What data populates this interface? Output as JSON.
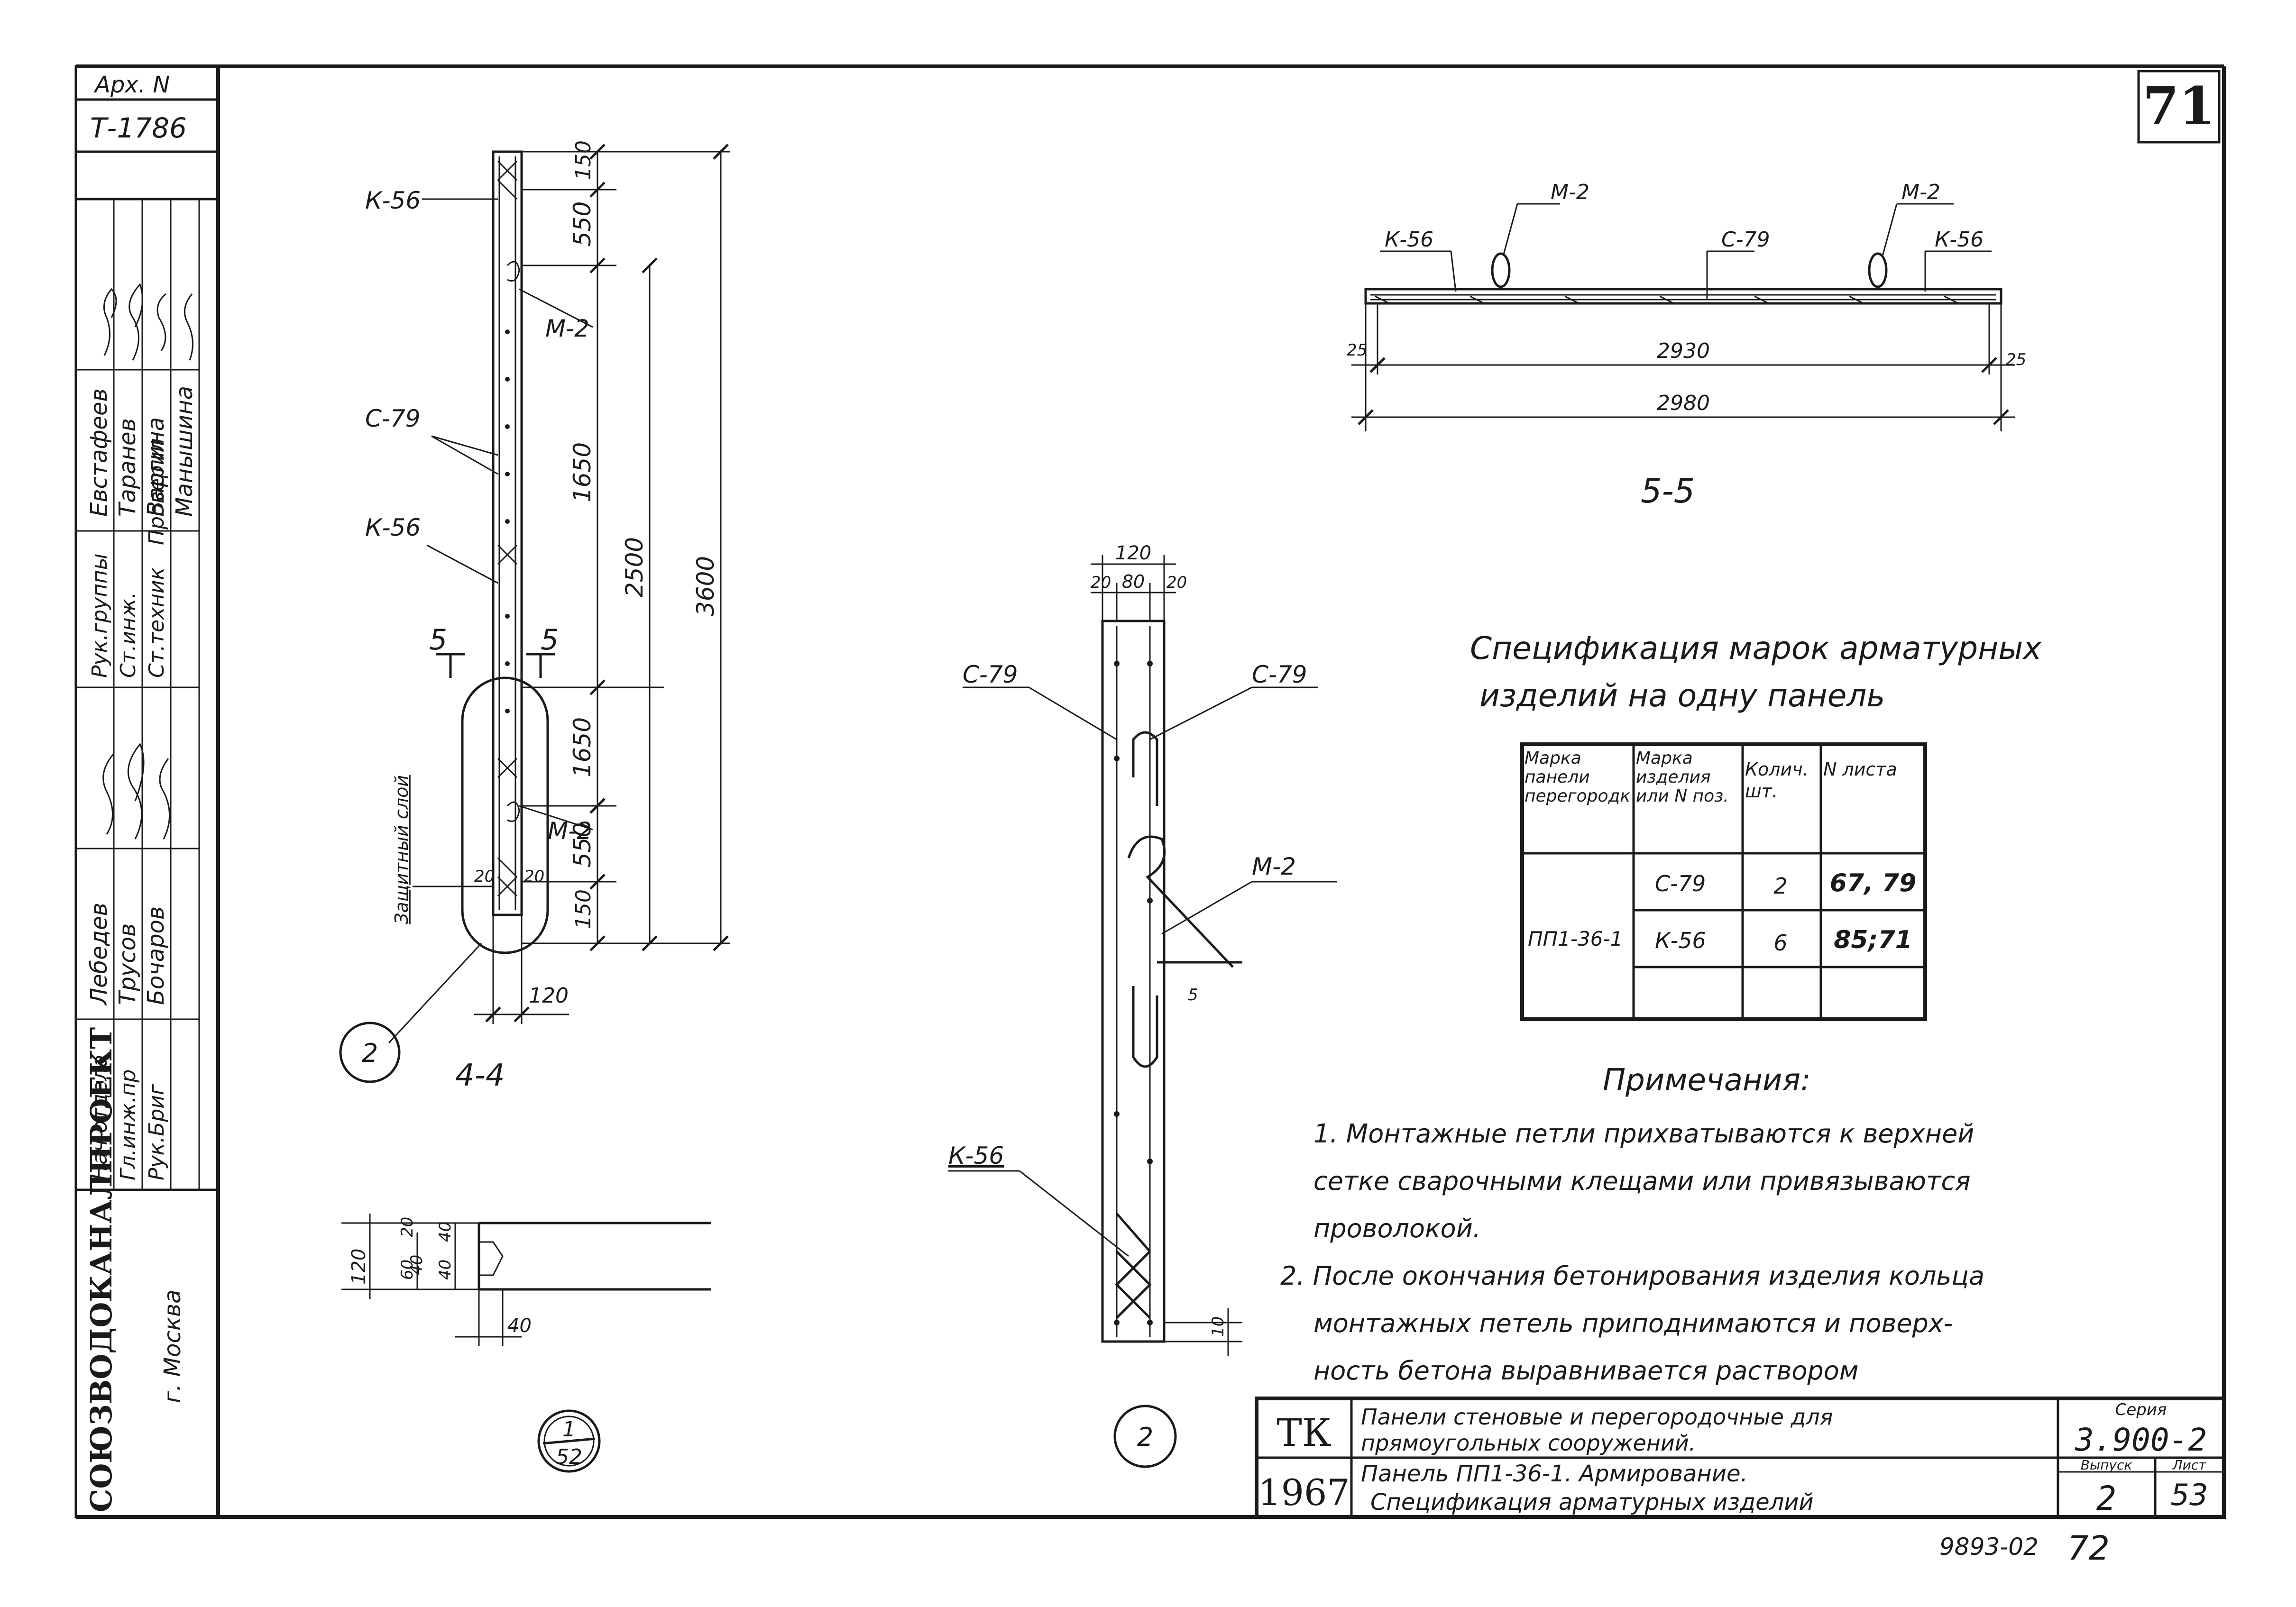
{
  "sheet": {
    "sheet_number": "71",
    "archive_label": "Арх. N",
    "archive_number": "Т-1786",
    "organization": "СОЮЗВОДОКАНАЛПРОЕКТ",
    "city": "г. Москва",
    "stamp_bottom": "9893-02",
    "stamp_page": "72"
  },
  "signatures": {
    "roles": [
      "Нач отдела",
      "Гл.инж.пр",
      "Рук.Бриг",
      "Рук.группы",
      "Ст.инж.",
      "Ст.техник",
      "Проверил"
    ],
    "names": [
      "Лебедев",
      "Трусов",
      "Бочаров",
      "Евстафеев",
      "Таранев",
      "Варгина",
      "Манышина"
    ]
  },
  "section_44": {
    "label": "4-4",
    "callout_marks": [
      "К-56",
      "М-2",
      "С-79",
      "К-56",
      "М-2"
    ],
    "dims_right": [
      "150",
      "550",
      "1650",
      "1650",
      "550",
      "150"
    ],
    "dims_total": [
      "2500",
      "3600"
    ],
    "dim_bottom": "120",
    "cover": [
      "20",
      "20"
    ],
    "protective_layer": "Защитный слой",
    "cut_marks": [
      "5",
      "5"
    ],
    "node_ref": "2"
  },
  "section_55": {
    "label": "5-5",
    "marks": [
      "К-56",
      "М-2",
      "С-79",
      "М-2",
      "К-56"
    ],
    "dim_inner": "2930",
    "dim_outer": "2980",
    "end_gaps": [
      "25",
      "25"
    ]
  },
  "node_2": {
    "label": "2",
    "dims_top": [
      "120",
      "20",
      "80",
      "20"
    ],
    "marks": [
      "С-79",
      "С-79",
      "М-2",
      "К-56"
    ],
    "dim_bottom": "10",
    "dim_side": "5"
  },
  "detail_152": {
    "numerator": "1",
    "denominator": "52",
    "dims": [
      "120",
      "20",
      "60",
      "40",
      "40",
      "40",
      "40"
    ]
  },
  "spec": {
    "title_line1": "Спецификация марок арматурных",
    "title_line2": "изделий на одну панель",
    "headers": [
      "Марка панели перегородки",
      "Марка изделия или N поз.",
      "Колич. шт.",
      "N листа"
    ],
    "panel_mark": "ПП1-36-1",
    "rows": [
      {
        "item": "С-79",
        "qty": "2",
        "sheet": "67, 79"
      },
      {
        "item": "К-56",
        "qty": "6",
        "sheet": "85;71"
      }
    ]
  },
  "notes": {
    "title": "Примечания:",
    "lines": [
      "1. Монтажные петли прихватываются к верхней",
      "сетке сварочными клещами или привязываются",
      "проволокой.",
      "2. После окончания бетонирования изделия кольца",
      "монтажных петель приподнимаются и поверх-",
      "ность бетона выравнивается раствором"
    ]
  },
  "title_block": {
    "tk": "ТК",
    "year": "1967",
    "line1": "Панели стеновые и перегородочные для",
    "line2": "прямоугольных сооружений.",
    "line3": "Панель ПП1-36-1. Армирование.",
    "line4": "Спецификация арматурных изделий",
    "series_label": "Серия",
    "series": "3.900-2",
    "issue_label": "Выпуск",
    "issue": "2",
    "sheet_label": "Лист",
    "sheet": "53"
  }
}
